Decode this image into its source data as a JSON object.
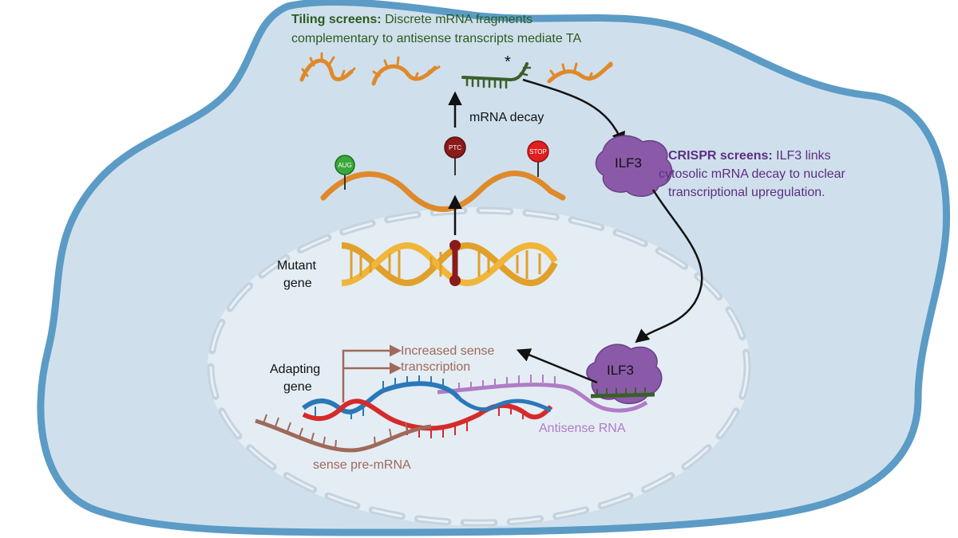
{
  "tiling": {
    "bold": "Tiling screens:",
    "line1_rest": " Discrete mRNA fragments",
    "line2": "complementary to antisense transcripts mediate TA",
    "asterisk": "*"
  },
  "crispr": {
    "bold": "CRISPR screens:",
    "line1_rest": " ILF3 links",
    "line2": "cytosolic mRNA decay to nuclear",
    "line3": "transcriptional upregulation."
  },
  "labels": {
    "mrna_decay": "mRNA decay",
    "aug": "AUG",
    "ptc": "PTC",
    "stop": "STOP",
    "ilf3_top": "ILF3",
    "ilf3_bottom": "ILF3",
    "mutant_line1": "Mutant",
    "mutant_line2": "gene",
    "adapting_line1": "Adapting",
    "adapting_line2": "gene",
    "increased_line1": "Increased sense",
    "increased_line2": "transcription",
    "antisense_rna": "Antisense RNA",
    "sense_pre_mrna": "sense pre-mRNA"
  },
  "colors": {
    "cell_fill": "#cfe0ec",
    "cell_border": "#5b9bc6",
    "nucleus_fill": "#e4edf4",
    "tiling_text": "#2d5a1e",
    "crispr_text": "#5e2d82",
    "mrna_orange": "#e0892b",
    "ilf3_purple": "#8a5aa8",
    "sense_brown": "#a0695a",
    "antisense_purple": "#b07cc6",
    "dna_red": "#d62a2a",
    "dna_blue": "#2a78b8",
    "green_rna": "#3b5f2a",
    "aug_green": "#3aa83a",
    "ptc_darkred": "#8b1a1a",
    "stop_red": "#e02020"
  }
}
